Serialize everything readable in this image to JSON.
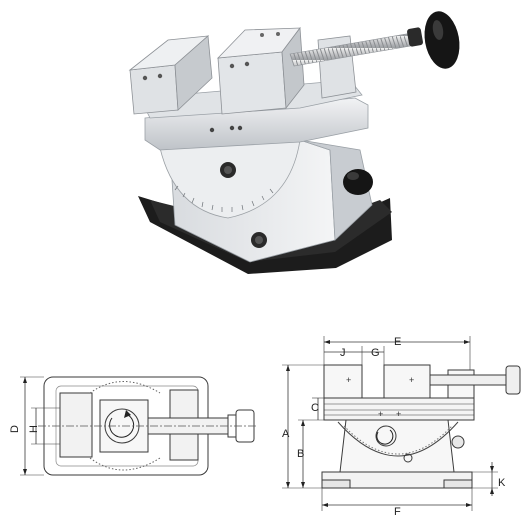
{
  "figure": {
    "product": "precision tilting vise with graduated swivel base",
    "top_view_labels": [
      "D",
      "H"
    ],
    "side_view_labels": {
      "top": [
        "J",
        "G",
        "E"
      ],
      "left": [
        "C",
        "A",
        "B"
      ],
      "bottom": [
        "F"
      ],
      "right": [
        "K"
      ]
    }
  },
  "colors": {
    "steel_light": "#e4e6e9",
    "steel_mid": "#c5c8cc",
    "steel_dark": "#8d9196",
    "base_black": "#1c1c1c",
    "knob_black": "#151515",
    "line": "#3a3a3a"
  },
  "icons": [
    "tilting-vise-photo",
    "top-view-drawing",
    "side-view-drawing"
  ]
}
